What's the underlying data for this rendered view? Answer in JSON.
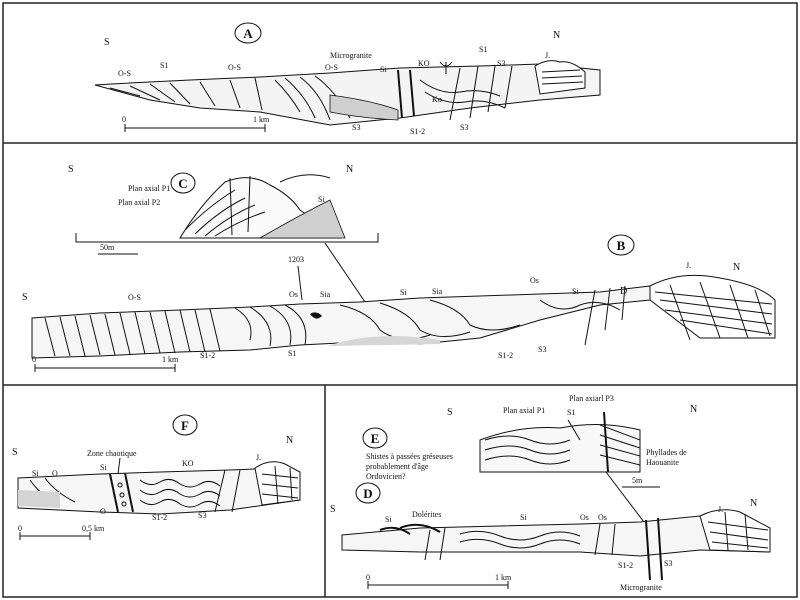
{
  "panel_a": {
    "letter": "A",
    "s": "S",
    "n": "N",
    "labels": [
      "O-S",
      "S1",
      "O-S",
      "O-S",
      "Si",
      "Microgranite",
      "KO",
      "S1",
      "S3",
      "J.",
      "Ko",
      "S3",
      "S1-2",
      "S3"
    ],
    "scale_left": "0",
    "scale_right": "1 km"
  },
  "panel_b": {
    "letter": "B",
    "s": "S",
    "n": "N",
    "labels": [
      "O-S",
      "1203",
      "Os",
      "Sia",
      "Si",
      "Sia",
      "Si",
      "Os",
      "D",
      "J.",
      "S1-2",
      "S1",
      "S1-2",
      "S3"
    ],
    "scale_left": "0",
    "scale_right": "1 km"
  },
  "panel_c": {
    "letter": "C",
    "s": "S",
    "n": "N",
    "axial_p1": "Plan axial P1",
    "axial_p2": "Plan axial P2",
    "si": "Si",
    "scale": "50m"
  },
  "panel_f": {
    "letter": "F",
    "s": "S",
    "n": "N",
    "zone": "Zone chaotique",
    "labels": [
      "Si",
      "O",
      "Si",
      "KO",
      "J.",
      "S1-2",
      "S3",
      "O"
    ],
    "scale_left": "0",
    "scale_right": "0,5 km"
  },
  "panel_e": {
    "letter": "E",
    "s": "S",
    "n": "N",
    "axial_p1": "Plan axial P1",
    "axial_p3": "Plan axiarl P3",
    "s1": "S1",
    "shistes": [
      "Shistes à passées gréseuses",
      "probablement d'âge",
      "Ordovicien?"
    ],
    "phyllades": [
      "Phyllades de",
      "Haouanite"
    ],
    "scale": "5m"
  },
  "panel_d": {
    "letter": "D",
    "s": "S",
    "n": "N",
    "labels": [
      "Dolérites",
      "Si",
      "Si",
      "Os",
      "Os",
      "J.",
      "S1-2",
      "S3"
    ],
    "micro": "Microgranite",
    "scale_left": "0",
    "scale_right": "1 km"
  },
  "icons": {
    "panel_letter": "circled-letter-icon",
    "fault_symbol": "fault-symbol-icon"
  }
}
